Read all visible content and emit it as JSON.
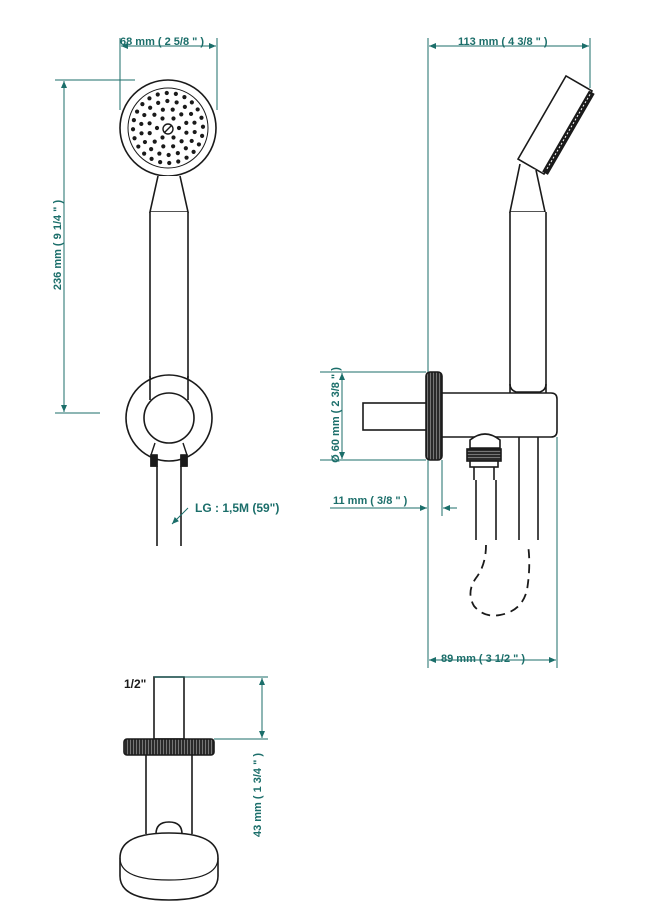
{
  "colors": {
    "dimension": "#1b6e6a",
    "line": "#1a1a1a",
    "background": "#ffffff"
  },
  "dimensions": {
    "head_width": "68 mm ( 2 5/8 \" )",
    "total_length": "236 mm ( 9 1/4 \" )",
    "hose_length": "LG : 1,5M (59\")",
    "projection_width": "113 mm ( 4 3/8 \" )",
    "flange_diameter": "Ø 60 mm ( 2 3/8 \" )",
    "flange_thickness": "11 mm ( 3/8 \" )",
    "holder_depth": "89 mm ( 3 1/2 \" )",
    "thread_size": "1/2\"",
    "inlet_height": "43 mm ( 1 3/4 \" )"
  }
}
